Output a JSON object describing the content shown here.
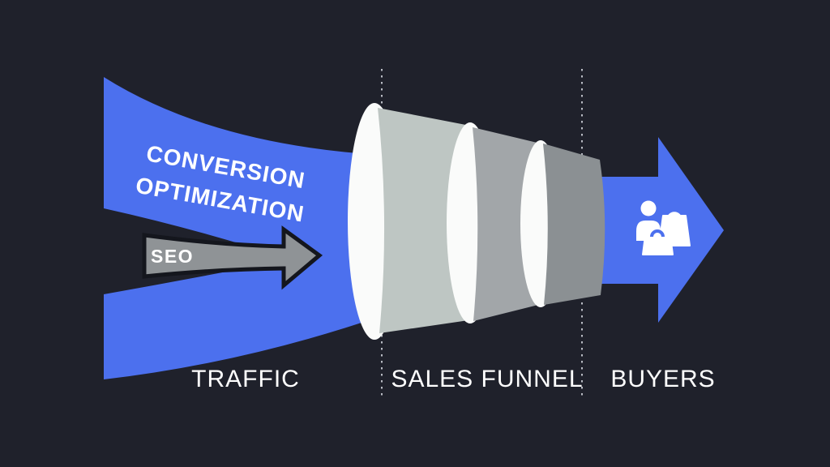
{
  "colors": {
    "background": "#1F212B",
    "blue": "#4C70EE",
    "white": "#FFFFFF",
    "rim_white": "#FAFBFA",
    "funnel_stage1": "#BEC6C3",
    "funnel_stage2": "#A2A6A9",
    "funnel_stage3": "#8B9093",
    "seo_arrow_gray": "#8F9396",
    "outline_dark": "#14161D",
    "dotted_line": "#B9BCC4"
  },
  "diagram": {
    "flow_label_line1": "CONVERSION",
    "flow_label_line2": "OPTIMIZATION",
    "seo_label": "SEO",
    "stages": [
      {
        "label": "TRAFFIC"
      },
      {
        "label": "SALES FUNNEL"
      },
      {
        "label": "BUYERS"
      }
    ]
  }
}
